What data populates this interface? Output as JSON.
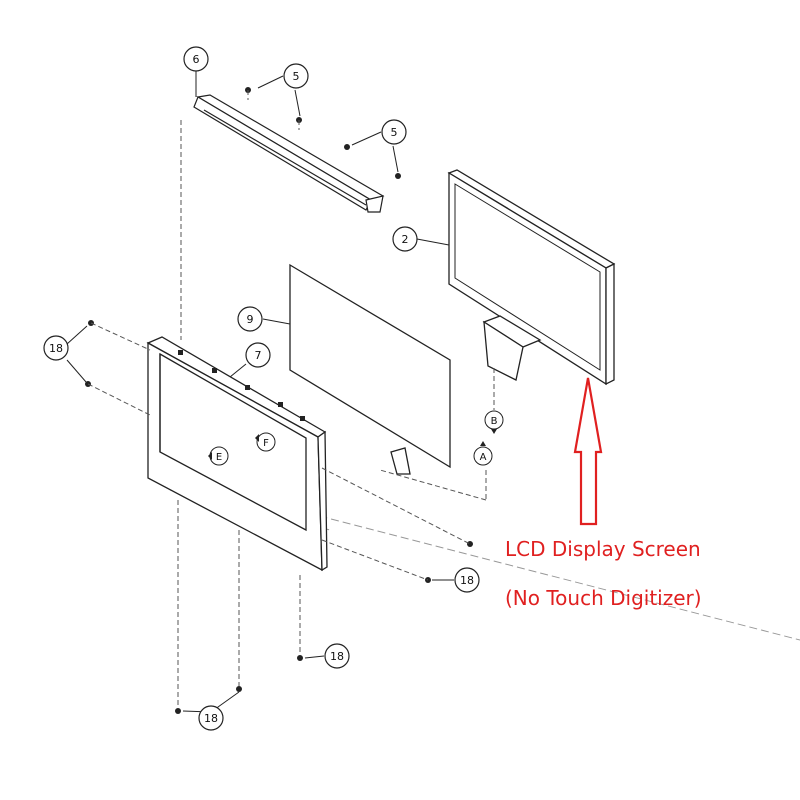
{
  "callouts": [
    "6",
    "5",
    "5",
    "2",
    "9",
    "7",
    "18",
    "18",
    "18",
    "18"
  ],
  "view_labels": [
    "B",
    "A",
    "E",
    "F"
  ],
  "annotation": {
    "line1": "LCD Display Screen",
    "line2": "(No Touch Digitizer)"
  },
  "colors": {
    "accent": "#e02020",
    "line": "#222222",
    "callout_fill": "#ffffff"
  }
}
